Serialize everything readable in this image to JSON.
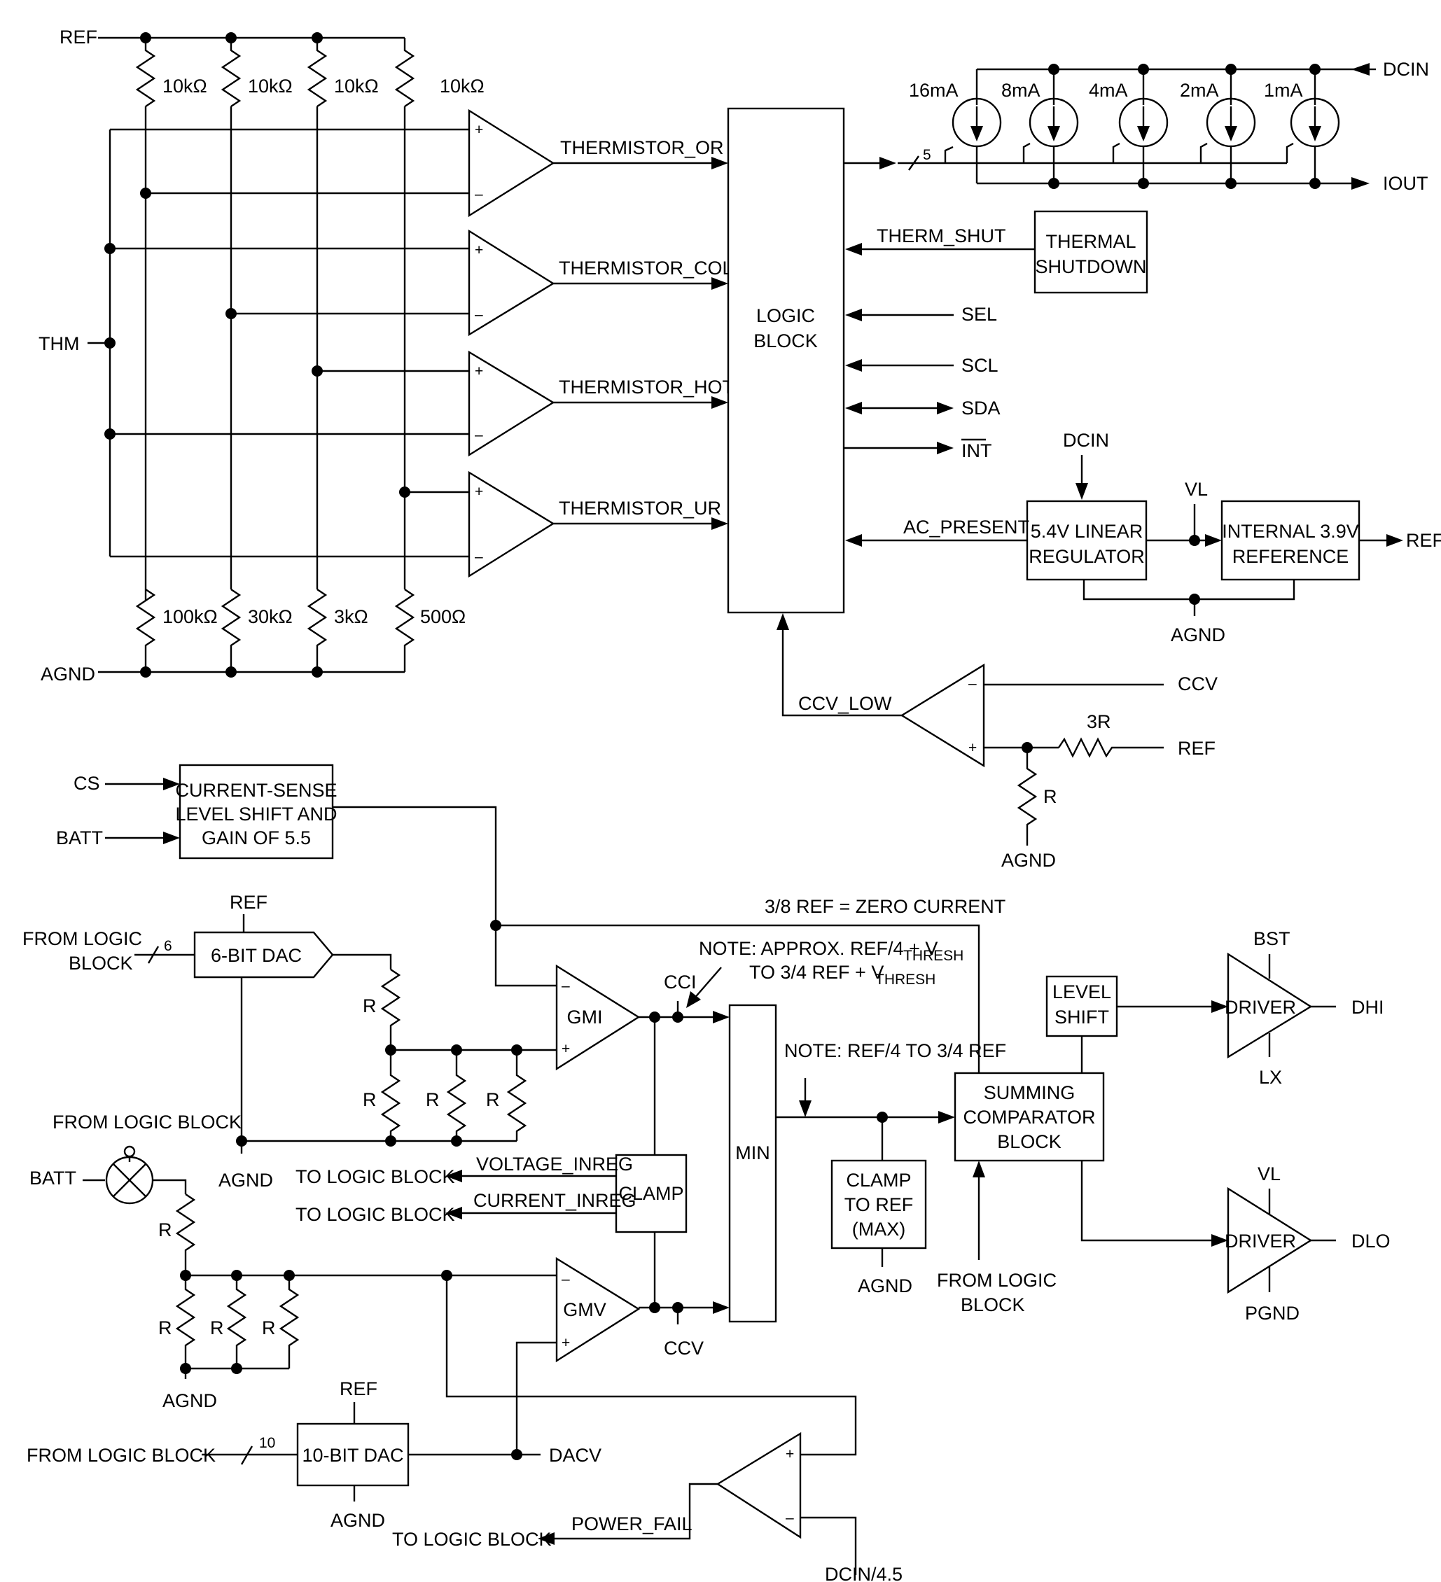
{
  "labels": {
    "ref": "REF",
    "thm": "THM",
    "agnd": "AGND",
    "r_10k": "10kΩ",
    "r_100k": "100kΩ",
    "r_30k": "30kΩ",
    "r_3k": "3kΩ",
    "r_500": "500Ω",
    "plus": "+",
    "minus": "–",
    "thermistor_or": "THERMISTOR_OR",
    "thermistor_cold": "THERMISTOR_COLD",
    "thermistor_hot": "THERMISTOR_HOT",
    "thermistor_ur": "THERMISTOR_UR",
    "logic_block_1": "LOGIC",
    "logic_block_2": "BLOCK",
    "bus_5": "5",
    "i16": "16mA",
    "i8": "8mA",
    "i4": "4mA",
    "i2": "2mA",
    "i1": "1mA",
    "dcin": "DCIN",
    "iout": "IOUT",
    "therm_shut": "THERM_SHUT",
    "thermal_1": "THERMAL",
    "thermal_2": "SHUTDOWN",
    "sel": "SEL",
    "scl": "SCL",
    "sda": "SDA",
    "int": "INT",
    "vl": "VL",
    "ac_present": "AC_PRESENT",
    "reg_1": "5.4V LINEAR",
    "reg_2": "REGULATOR",
    "iref_1": "INTERNAL 3.9V",
    "iref_2": "REFERENCE",
    "ccv": "CCV",
    "ccv_low": "CCV_LOW",
    "r3": "3R",
    "r": "R",
    "cs": "CS",
    "batt": "BATT",
    "csa_1": "CURRENT-SENSE",
    "csa_2": "LEVEL SHIFT AND",
    "csa_3": "GAIN OF 5.5",
    "zero_current": "3/8 REF = ZERO CURRENT",
    "from_logic_1": "FROM LOGIC",
    "from_logic_2": "BLOCK",
    "from_logic_block": "FROM LOGIC BLOCK",
    "bus_6": "6",
    "dac6": "6-BIT DAC",
    "note1_a": "NOTE: APPROX. REF/4 + V",
    "note1_b": "TO 3/4 REF + V",
    "thresh": "THRESH",
    "cci": "CCI",
    "gmi": "GMI",
    "gmv": "GMV",
    "min": "MIN",
    "note2": "NOTE: REF/4 TO 3/4 REF",
    "level_1": "LEVEL",
    "level_2": "SHIFT",
    "driver": "DRIVER",
    "bst": "BST",
    "lx": "LX",
    "dhi": "DHI",
    "dlo": "DLO",
    "pgnd": "PGND",
    "sum_1": "SUMMING",
    "sum_2": "COMPARATOR",
    "sum_3": "BLOCK",
    "clamp_ref_1": "CLAMP",
    "clamp_ref_2": "TO REF",
    "clamp_ref_3": "(MAX)",
    "clamp": "CLAMP",
    "voltage_inreg": "VOLTAGE_INREG",
    "current_inreg": "CURRENT_INREG",
    "to_logic_block": "TO LOGIC BLOCK",
    "bus_10": "10",
    "dac10": "10-BIT DAC",
    "dacv": "DACV",
    "power_fail": "POWER_FAIL",
    "dcin_45": "DCIN/4.5"
  }
}
